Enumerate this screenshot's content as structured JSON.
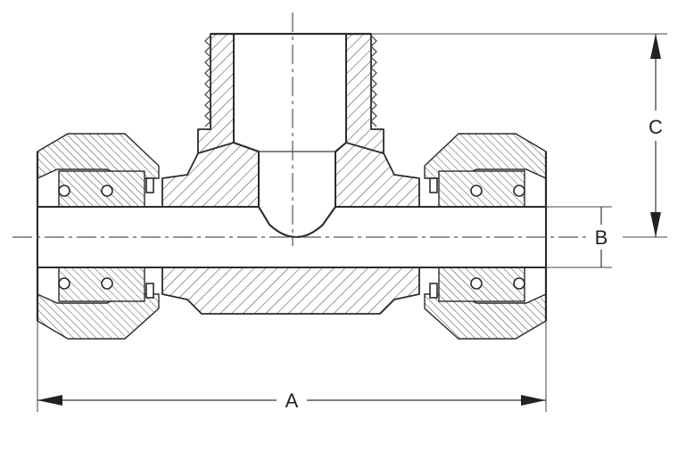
{
  "dimensions": {
    "a": {
      "label": "A"
    },
    "b": {
      "label": "B"
    },
    "c": {
      "label": "C"
    }
  },
  "colors": {
    "line": "#2b2b2b",
    "background": "#ffffff"
  }
}
